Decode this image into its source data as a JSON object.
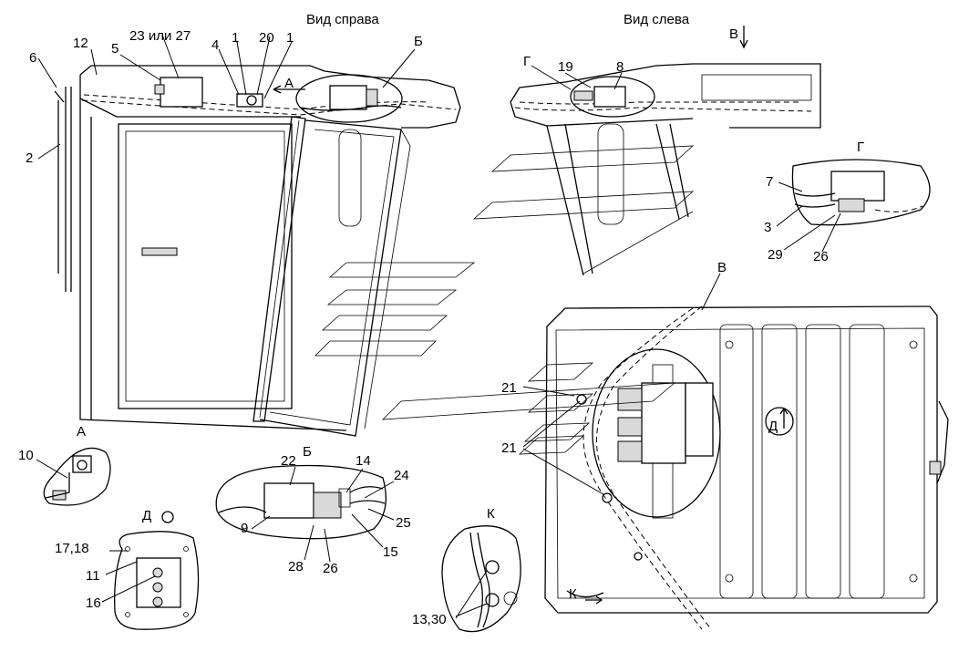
{
  "views": {
    "right": "Вид справа",
    "left": "Вид слева"
  },
  "view_letters": {
    "A": "А",
    "B_top": "Б",
    "B_detail": "Б",
    "V_arrow": "В",
    "V_view": "В",
    "G_pointer": "Г",
    "G_detail": "Г",
    "D_detail": "Д",
    "D_arrow": "Д",
    "A_detail": "А",
    "A_arrow": "А",
    "K_detail": "К",
    "K_arrow": "К"
  },
  "callouts": {
    "c6": "6",
    "c12": "12",
    "c5": "5",
    "c23or27": "23 или 27",
    "c4": "4",
    "c1a": "1",
    "c20": "20",
    "c1b": "1",
    "c2": "2",
    "c19": "19",
    "c8": "8",
    "c7": "7",
    "c3": "3",
    "c29": "29",
    "c26g": "26",
    "c10": "10",
    "c22": "22",
    "c14": "14",
    "c24": "24",
    "c25": "25",
    "c15": "15",
    "c9": "9",
    "c28": "28",
    "c26b": "26",
    "c1718": "17,18",
    "c11": "11",
    "c16": "16",
    "c21a": "21",
    "c21b": "21",
    "c1330": "13,30"
  }
}
